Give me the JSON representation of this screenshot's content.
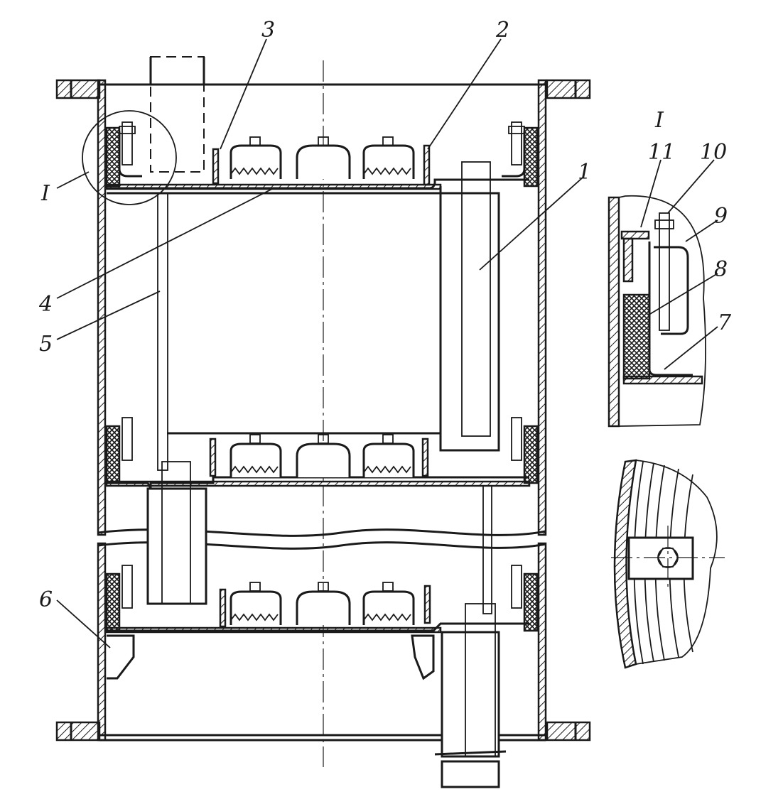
{
  "labels": {
    "n1": "1",
    "n2": "2",
    "n3": "3",
    "n4": "4",
    "n5": "5",
    "n6": "6",
    "n7": "7",
    "n8": "8",
    "n9": "9",
    "n10": "10",
    "n11": "11",
    "detail_main": "I",
    "detail_title": "I"
  },
  "colors": {
    "ink": "#1a1a1a",
    "paper": "#ffffff"
  }
}
